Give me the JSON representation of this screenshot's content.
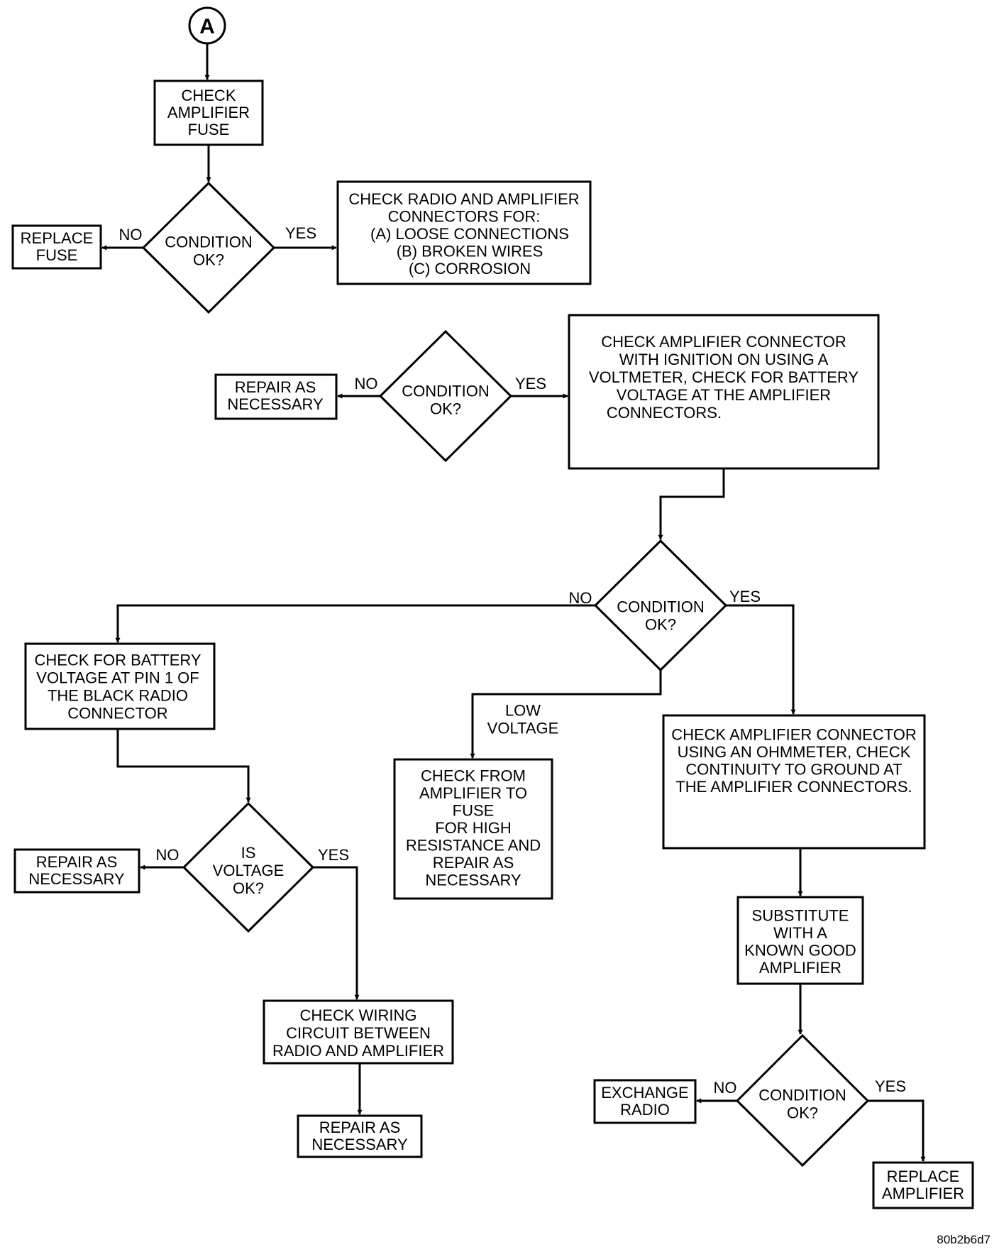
{
  "connector_label": "A",
  "nodes": {
    "check_fuse": [
      "CHECK",
      "AMPLIFIER",
      "FUSE"
    ],
    "replace_fuse": [
      "REPLACE",
      "FUSE"
    ],
    "check_radio_connectors": [
      "CHECK RADIO AND AMPLIFIER",
      "CONNECTORS FOR:",
      "(A) LOOSE CONNECTIONS",
      "(B) BROKEN WIRES",
      "(C) CORROSION"
    ],
    "repair_1": [
      "REPAIR AS",
      "NECESSARY"
    ],
    "check_voltmeter": [
      "CHECK AMPLIFIER CONNECTOR",
      "WITH IGNITION ON USING A",
      "VOLTMETER, CHECK FOR BATTERY",
      "VOLTAGE AT THE AMPLIFIER",
      "CONNECTORS."
    ],
    "check_pin1": [
      "CHECK FOR BATTERY",
      "VOLTAGE AT PIN 1 OF",
      "THE BLACK RADIO",
      "CONNECTOR"
    ],
    "check_fuse_resistance": [
      "CHECK FROM",
      "AMPLIFIER TO",
      "FUSE",
      "FOR HIGH",
      "RESISTANCE AND",
      "REPAIR AS",
      "NECESSARY"
    ],
    "check_ohmmeter": [
      "CHECK AMPLIFIER CONNECTOR",
      "USING AN OHMMETER, CHECK",
      "CONTINUITY TO GROUND AT",
      "THE AMPLIFIER CONNECTORS."
    ],
    "repair_2": [
      "REPAIR AS",
      "NECESSARY"
    ],
    "check_wiring": [
      "CHECK WIRING",
      "CIRCUIT BETWEEN",
      "RADIO AND AMPLIFIER"
    ],
    "repair_3": [
      "REPAIR AS",
      "NECESSARY"
    ],
    "substitute_amp": [
      "SUBSTITUTE",
      "WITH A",
      "KNOWN GOOD",
      "AMPLIFIER"
    ],
    "exchange_radio": [
      "EXCHANGE",
      "RADIO"
    ],
    "replace_amp": [
      "REPLACE",
      "AMPLIFIER"
    ]
  },
  "decisions": {
    "condition": [
      "CONDITION",
      "OK?"
    ],
    "voltage": [
      "IS",
      "VOLTAGE",
      "OK?"
    ]
  },
  "labels": {
    "no": "NO",
    "yes": "YES",
    "low_voltage": [
      "LOW",
      "VOLTAGE"
    ]
  },
  "figure_id": "80b2b6d7"
}
